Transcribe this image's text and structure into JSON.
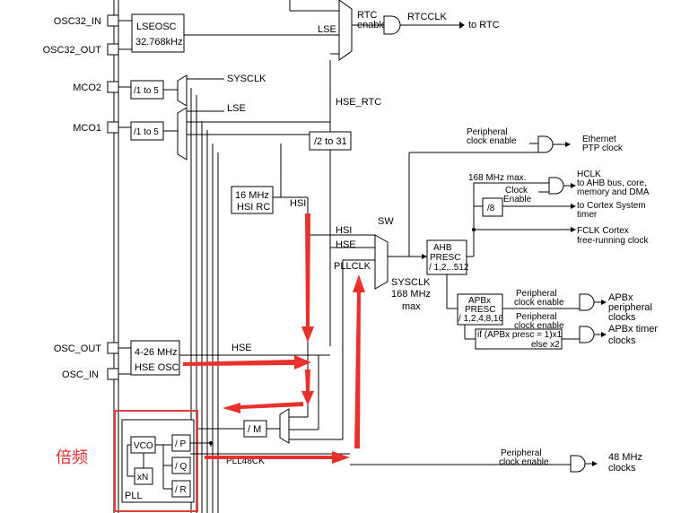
{
  "pins": {
    "osc32_in": "OSC32_IN",
    "osc32_out": "OSC32_OUT",
    "mco2": "MCO2",
    "mco1": "MCO1",
    "osc_out": "OSC_OUT",
    "osc_in": "OSC_IN"
  },
  "blocks": {
    "lseosc_name": "LSEOSC",
    "lseosc_freq": "32.768kHz",
    "div_1to5_a": "/1 to 5",
    "div_1to5_b": "/1 to 5",
    "div_2to31": "/2 to 31",
    "hsirc_freq": "16 MHz",
    "hsirc_name": "HSI RC",
    "hseosc_freq": "4-26 MHz",
    "hseosc_name": "HSE OSC",
    "div_m": "/ M",
    "pll_name": "PLL",
    "vco": "VCO",
    "xn": "xN",
    "div_p": "/ P",
    "div_q": "/ Q",
    "div_r": "/ R",
    "div_8": "/8",
    "ahb_name": "AHB",
    "ahb_presc": "PRESC",
    "ahb_range": "/ 1,2,..512",
    "apbx_name": "APBx",
    "apbx_presc": "PRESC",
    "apbx_range": "/ 1,2,4,8,16",
    "apb_timer_cond1": "if (APBx presc = 1)x1",
    "apb_timer_cond2": "else x2"
  },
  "signals": {
    "rtc_enable_1": "RTC",
    "rtc_enable_2": "enable",
    "rtcclk": "RTCCLK",
    "to_rtc": "to RTC",
    "lse_a": "LSE",
    "lse_b": "LSE",
    "sysclk_mco": "SYSCLK",
    "hse_rtc": "HSE_RTC",
    "hsi_a": "HSI",
    "hsi_b": "HSI",
    "hse_a": "HSE",
    "hse_b": "HSE",
    "pllclk": "PLLCLK",
    "sw": "SW",
    "sysclk_max_1": "SYSCLK",
    "sysclk_max_2": "168 MHz",
    "sysclk_max_3": "max",
    "mhz168_max": "168 MHz max.",
    "clock_enable_1": "Clock",
    "clock_enable_2": "Enable",
    "pll48ck": "PLL48CK"
  },
  "outputs": {
    "eth_periph_1": "Peripheral",
    "eth_periph_2": "clock enable",
    "eth_out_1": "Ethernet",
    "eth_out_2": "PTP clock",
    "hclk_1": "HCLK",
    "hclk_2": "to AHB bus, core,",
    "hclk_3": "memory and DMA",
    "cortex_timer_1": "to Cortex System",
    "cortex_timer_2": "timer",
    "fclk_1": "FCLK Cortex",
    "fclk_2": "free-running clock",
    "apb_periph_en_1": "Peripheral",
    "apb_periph_en_2": "clock enable",
    "apb_out_1": "APBx",
    "apb_out_2": "peripheral",
    "apb_out_3": "clocks",
    "apb_timer_en_1": "Peripheral",
    "apb_timer_en_2": "clock enable",
    "apb_timer_out_1": "APBx timer",
    "apb_timer_out_2": "clocks",
    "mhz48_en_1": "Peripheral",
    "mhz48_en_2": "clock enable",
    "mhz48_out_1": "48 MHz",
    "mhz48_out_2": "clocks"
  },
  "annotation": {
    "multiplier_label": "倍频",
    "highlight_color": "#d9403a",
    "arrow_color": "#e8302c"
  }
}
